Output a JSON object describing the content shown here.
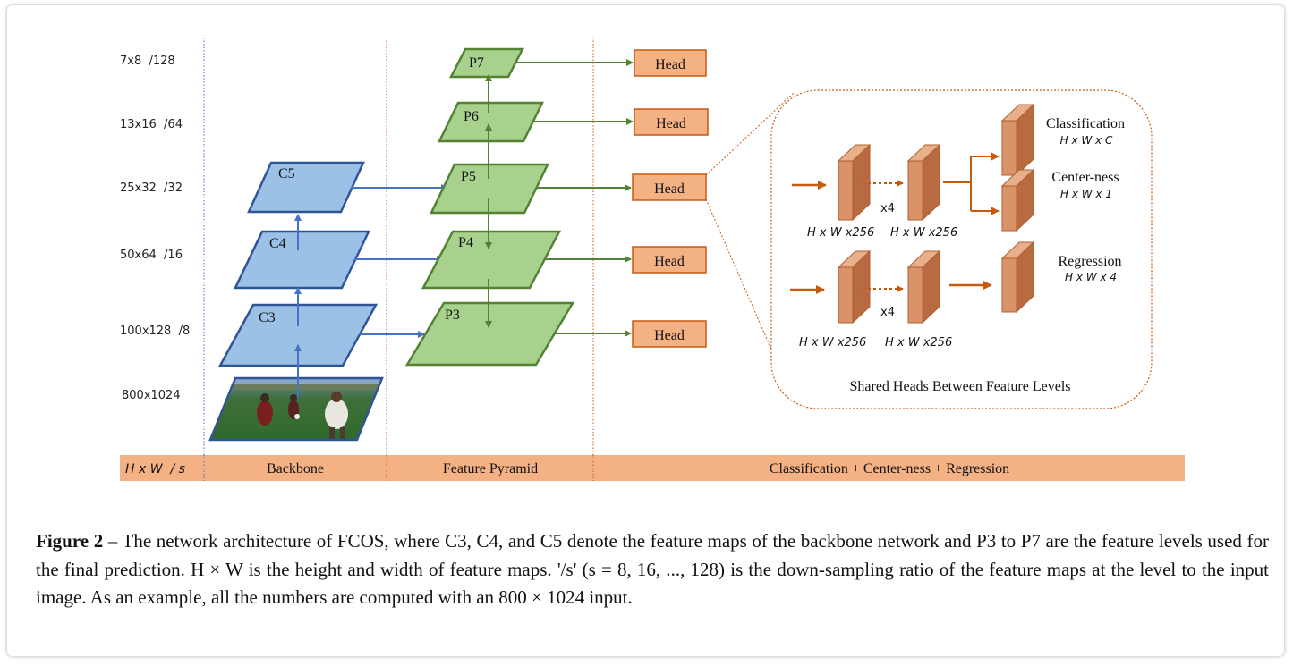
{
  "scale_labels": {
    "p7": "7x8  /128",
    "p6": "13x16  /64",
    "p5": "25x32  /32",
    "p4": "50x64  /16",
    "p3": "100x128  /8",
    "input": "800x1024"
  },
  "backbone_levels": {
    "c5": "C5",
    "c4": "C4",
    "c3": "C3"
  },
  "pyramid_levels": {
    "p7": "P7",
    "p6": "P6",
    "p5": "P5",
    "p4": "P4",
    "p3": "P3"
  },
  "head_label": "Head",
  "head_detail": {
    "repeat": "x4",
    "feature_dims": "H x W x256",
    "classification": "Classification",
    "classification_dims": "H x W x C",
    "centerness": "Center-ness",
    "centerness_dims": "H x W x 1",
    "regression": "Regression",
    "regression_dims": "H x W x 4",
    "shared_label": "Shared Heads Between Feature Levels"
  },
  "bottom_bar": {
    "hw_s": "H x W  / s",
    "backbone": "Backbone",
    "feature_pyramid": "Feature Pyramid",
    "outputs": "Classification + Center-ness + Regression"
  },
  "caption": {
    "label": "Figure 2",
    "dash": " – ",
    "text": "The network architecture of FCOS, where C3, C4, and C5 denote the feature maps of the backbone network and P3 to P7 are the feature levels used for the final prediction. H × W is the height and width of feature maps. '/s' (s = 8, 16, ..., 128) is the down-sampling ratio of the feature maps at the level to the input image. As an example, all the numbers are computed with an 800 × 1024 input."
  },
  "colors": {
    "backbone_fill": "#9bc2e6",
    "backbone_stroke": "#2f5597",
    "pyramid_fill": "#a9d18e",
    "pyramid_stroke": "#548235",
    "head_fill": "#f4b183",
    "head_stroke": "#c55a11",
    "bar_fill": "#f4b183",
    "arrow_blue": "#4472c4",
    "arrow_green": "#548235",
    "arrow_orange": "#c55a11",
    "map_fill": "#d9926a"
  }
}
